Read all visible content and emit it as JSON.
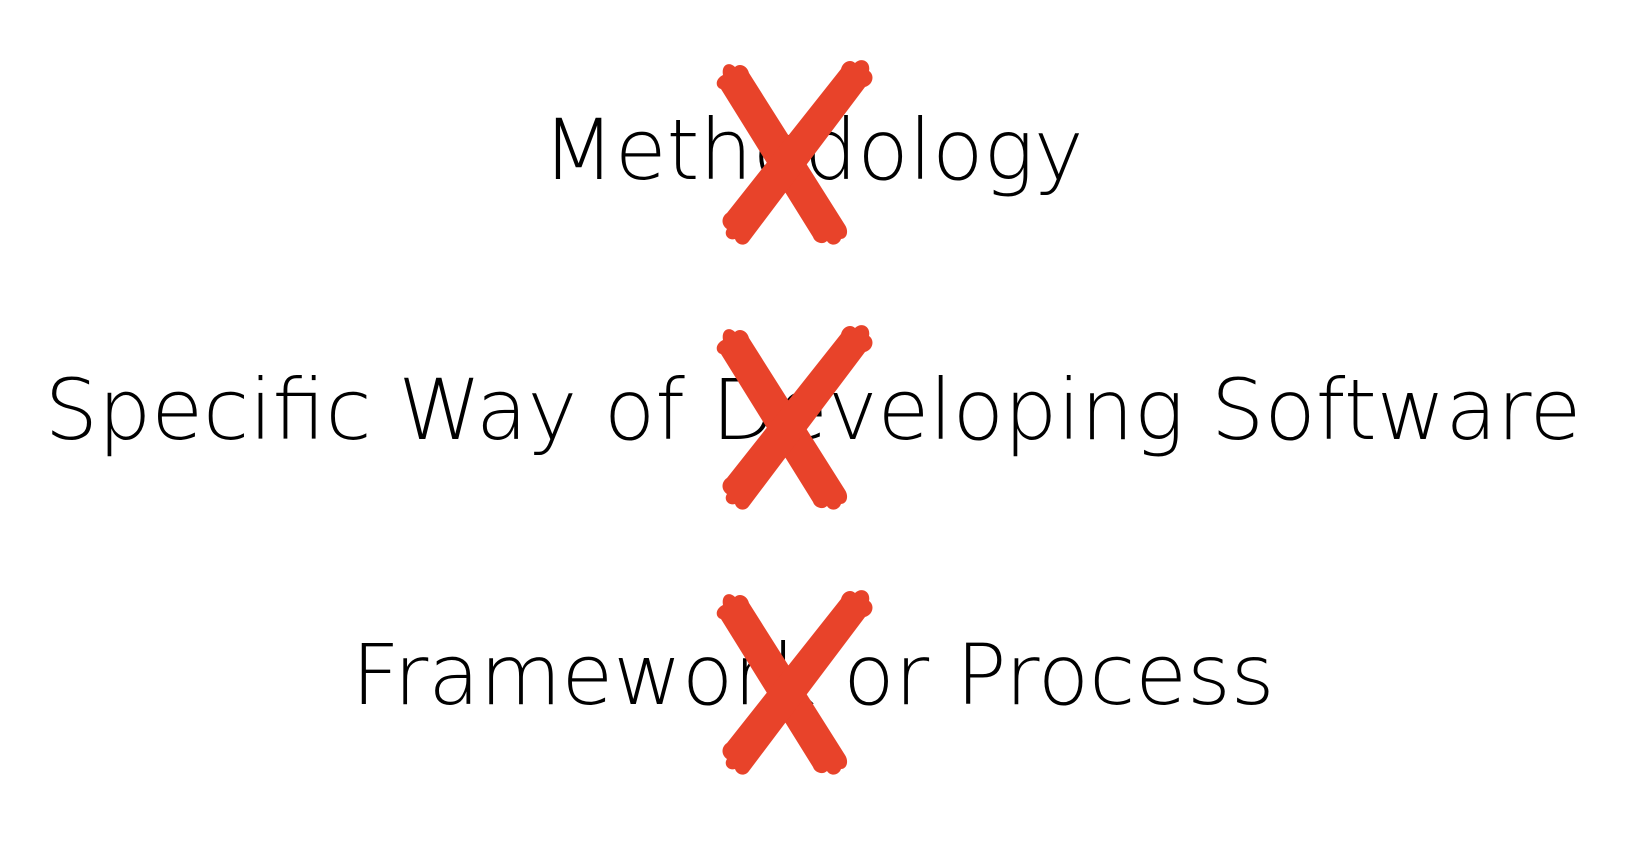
{
  "slide": {
    "items": [
      {
        "text": "Methodology",
        "mark_icon": "red-x-icon"
      },
      {
        "text": "Specific Way of Developing Software",
        "mark_icon": "red-x-icon"
      },
      {
        "text": "Framework or Process",
        "mark_icon": "red-x-icon"
      }
    ],
    "mark_color": "#e8432a",
    "text_color": "#000000",
    "background": "#ffffff"
  }
}
